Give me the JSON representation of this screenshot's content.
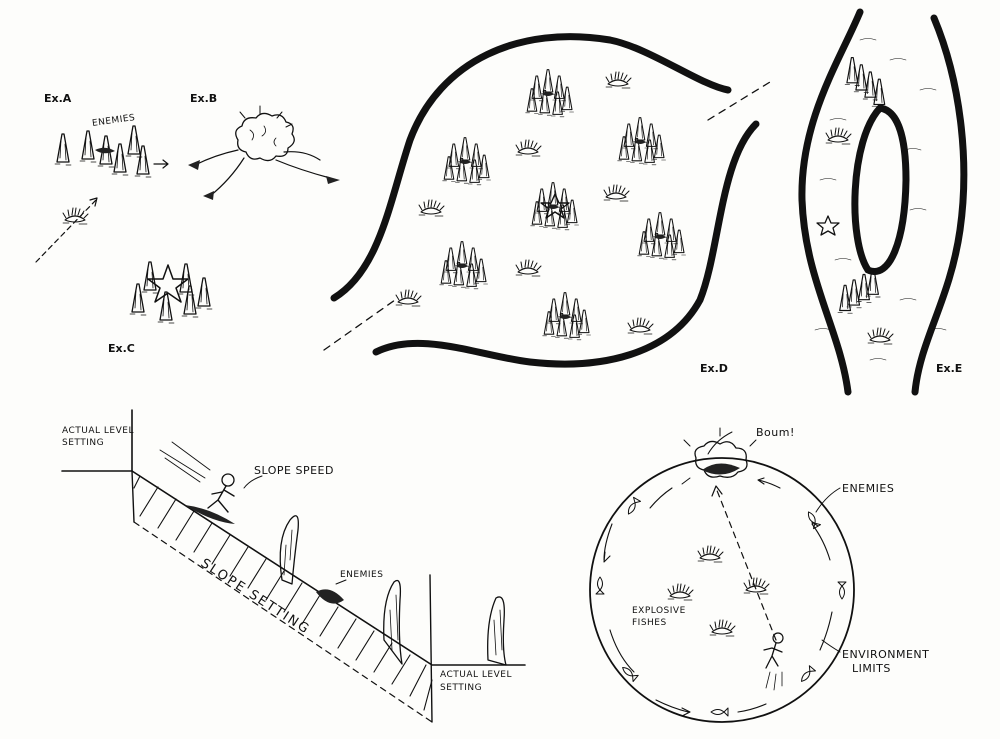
{
  "labels": {
    "ex_a": "Ex.A",
    "ex_b": "Ex.B",
    "ex_c": "Ex.C",
    "ex_d": "Ex.D",
    "ex_e": "Ex.E"
  },
  "annotations": {
    "enemies_a": "Enemies",
    "actual_level_top_1": "Actual Level",
    "actual_level_top_2": "Setting",
    "slope_speed": "Slope Speed",
    "slope_setting": "Slope Setting",
    "enemies_slope": "Enemies",
    "actual_level_bottom_1": "Actual Level",
    "actual_level_bottom_2": "Setting",
    "boum": "Boum!",
    "enemies_circle": "Enemies",
    "explosive_fishes_1": "Explosive",
    "explosive_fishes_2": "Fishes",
    "environment_1": "Environment",
    "environment_2": "Limits"
  },
  "colors": {
    "ink": "#111111",
    "paper": "#fdfdfb"
  }
}
